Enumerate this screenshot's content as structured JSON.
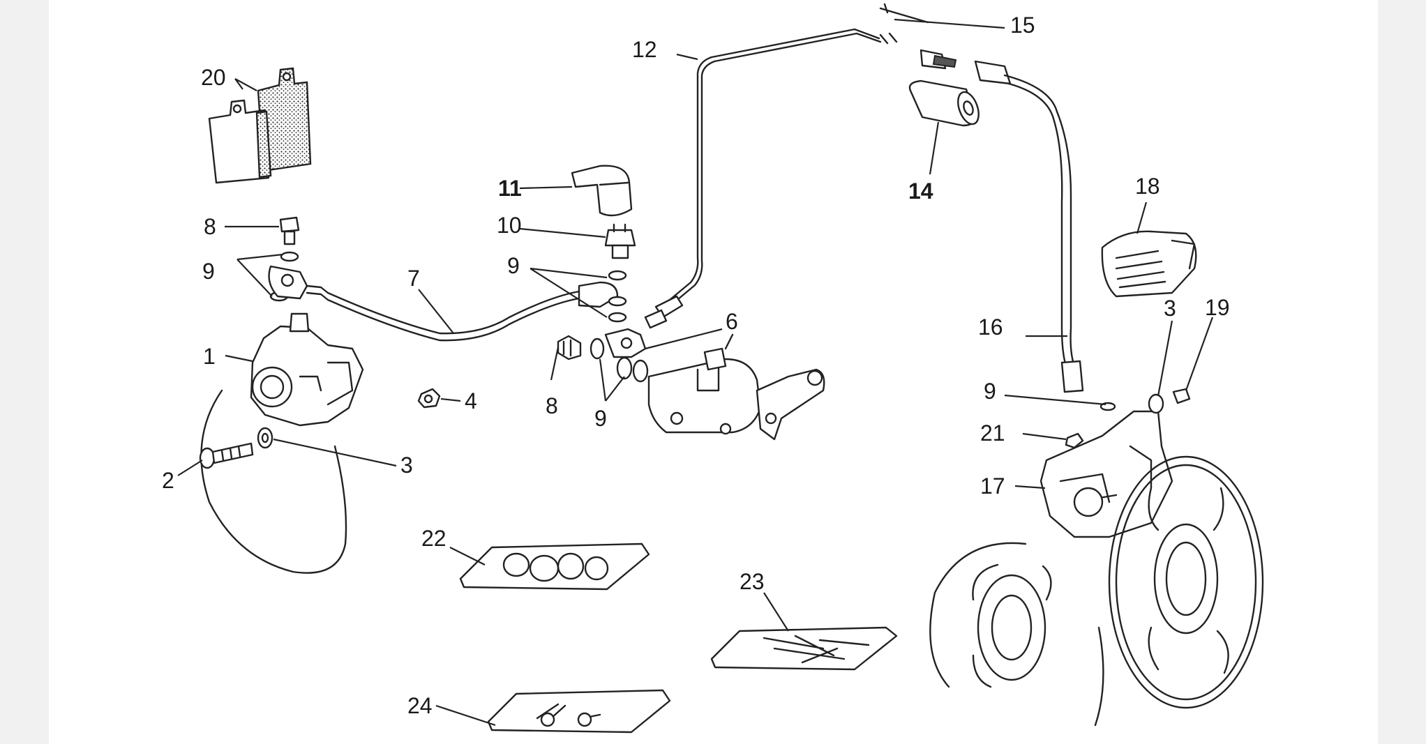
{
  "diagram": {
    "callouts": [
      {
        "id": "c20",
        "label": "20"
      },
      {
        "id": "c11",
        "label": "11"
      },
      {
        "id": "c10",
        "label": "10"
      },
      {
        "id": "c12",
        "label": "12"
      },
      {
        "id": "c15",
        "label": "15"
      },
      {
        "id": "c14",
        "label": "14"
      },
      {
        "id": "c18",
        "label": "18"
      },
      {
        "id": "c8a",
        "label": "8"
      },
      {
        "id": "c9a",
        "label": "9"
      },
      {
        "id": "c7",
        "label": "7"
      },
      {
        "id": "c9b",
        "label": "9"
      },
      {
        "id": "c6",
        "label": "6"
      },
      {
        "id": "c1",
        "label": "1"
      },
      {
        "id": "c4",
        "label": "4"
      },
      {
        "id": "c8b",
        "label": "8"
      },
      {
        "id": "c9c",
        "label": "9"
      },
      {
        "id": "c16",
        "label": "16"
      },
      {
        "id": "c3a",
        "label": "3"
      },
      {
        "id": "c19",
        "label": "19"
      },
      {
        "id": "c9d",
        "label": "9"
      },
      {
        "id": "c21",
        "label": "21"
      },
      {
        "id": "c17",
        "label": "17"
      },
      {
        "id": "c2",
        "label": "2"
      },
      {
        "id": "c3b",
        "label": "3"
      },
      {
        "id": "c22",
        "label": "22"
      },
      {
        "id": "c23",
        "label": "23"
      },
      {
        "id": "c24",
        "label": "24"
      }
    ]
  }
}
